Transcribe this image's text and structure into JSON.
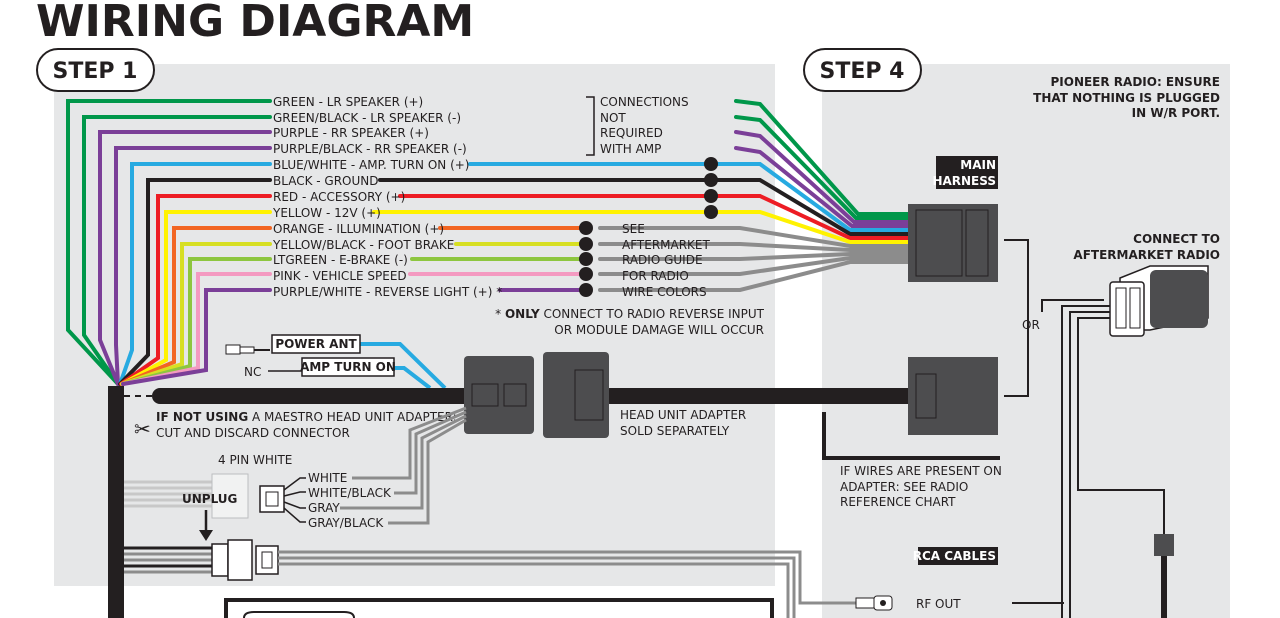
{
  "title": "WIRING DIAGRAM",
  "step1": {
    "label": "STEP 1",
    "wire_labels": [
      "GREEN - LR SPEAKER (+)",
      "GREEN/BLACK - LR SPEAKER (-)",
      "PURPLE - RR SPEAKER (+)",
      "PURPLE/BLACK - RR SPEAKER (-)",
      "BLUE/WHITE - AMP. TURN ON (+)",
      "BLACK - GROUND",
      "RED - ACCESSORY (+)",
      "YELLOW - 12V (+)",
      "ORANGE - ILLUMINATION (+)",
      "YELLOW/BLACK - FOOT BRAKE",
      "LTGREEN - E-BRAKE (-)",
      "PINK - VEHICLE SPEED",
      "PURPLE/WHITE - REVERSE LIGHT (+) *"
    ],
    "connections_note": [
      "CONNECTIONS",
      "NOT",
      "REQUIRED",
      "WITH AMP"
    ],
    "see_note": [
      "SEE",
      "AFTERMARKET",
      "RADIO GUIDE",
      "FOR RADIO",
      "WIRE COLORS"
    ],
    "reverse_note_prefix": "* ",
    "reverse_note_only": "ONLY",
    "reverse_note_rest": " CONNECT TO RADIO REVERSE INPUT",
    "reverse_note_line2": "OR MODULE DAMAGE WILL OCCUR",
    "power_ant": "POWER ANT",
    "amp_turn_on": "AMP TURN ON",
    "nc": "NC",
    "if_not_using_bold": "IF NOT USING",
    "if_not_using_rest": " A MAESTRO HEAD UNIT ADAPTER:",
    "cut_discard": "CUT AND DISCARD CONNECTOR",
    "four_pin_white": "4 PIN WHITE",
    "unplug": "UNPLUG",
    "pin_wires": [
      "WHITE",
      "WHITE/BLACK",
      "GRAY",
      "GRAY/BLACK"
    ],
    "head_unit_adapter": [
      "HEAD UNIT ADAPTER",
      "SOLD SEPARATELY"
    ]
  },
  "step4": {
    "label": "STEP 4",
    "pioneer_note": [
      "PIONEER RADIO: ENSURE",
      "THAT NOTHING IS PLUGGED",
      "IN W/R PORT."
    ],
    "main_harness": [
      "MAIN",
      "HARNESS"
    ],
    "connect_to": [
      "CONNECT TO",
      "AFTERMARKET RADIO"
    ],
    "or": "OR",
    "if_wires": [
      "IF WIRES ARE PRESENT ON",
      "ADAPTER: SEE RADIO",
      "REFERENCE CHART"
    ],
    "rca_cables": "RCA CABLES",
    "rf_out": "RF OUT"
  },
  "colors": {
    "panel": "#e6e7e8",
    "green": "#00974a",
    "purple": "#7b3f98",
    "blue_white": "#27aae1",
    "black": "#231f20",
    "red": "#ed1c24",
    "yellow": "#fff200",
    "orange": "#f26522",
    "yellow_black": "#d7df23",
    "ltgreen": "#8dc63f",
    "pink": "#f49ac1",
    "gray": "#8c8c8c",
    "connector": "#4d4d4f"
  }
}
